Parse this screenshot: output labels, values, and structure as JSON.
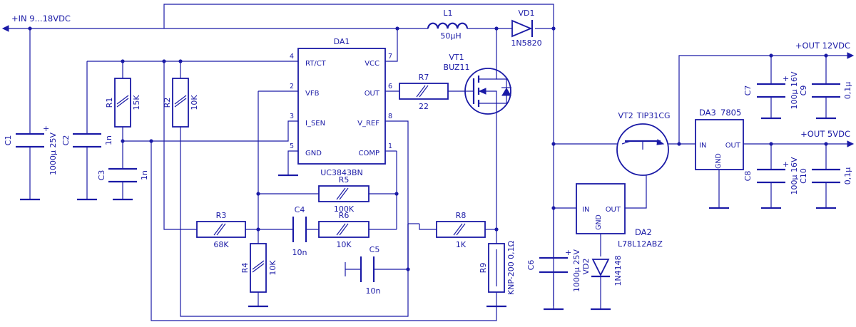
{
  "power": {
    "input": "+IN 9...18VDC",
    "out12": "+OUT 12VDC",
    "out5": "+OUT 5VDC"
  },
  "da1": {
    "ref": "DA1",
    "part": "UC3843BN",
    "pins": {
      "rtct": "RT/CT",
      "vfb": "VFB",
      "isen": "I_SEN",
      "gnd": "GND",
      "vcc": "VCC",
      "out": "OUT",
      "vref": "V_REF",
      "comp": "COMP"
    },
    "pin_numbers": {
      "p4": "4",
      "p2": "2",
      "p3": "3",
      "p5": "5",
      "p7": "7",
      "p6": "6",
      "p8": "8",
      "p1": "1"
    }
  },
  "da2": {
    "ref": "DA2",
    "part": "L78L12ABZ",
    "in": "IN",
    "out": "OUT",
    "gnd": "GND"
  },
  "da3": {
    "ref": "DA3",
    "part": "7805",
    "in": "IN",
    "out": "OUT",
    "gnd": "GND"
  },
  "inductors": {
    "l1": {
      "ref": "L1",
      "value": "50µH"
    }
  },
  "diodes": {
    "vd1": {
      "ref": "VD1",
      "value": "1N5820"
    },
    "vd2": {
      "ref": "VD2",
      "value": "1N4148"
    }
  },
  "transistors": {
    "vt1": {
      "ref": "VT1",
      "value": "BUZ11"
    },
    "vt2": {
      "ref": "VT2",
      "value": "TIP31CG"
    }
  },
  "resistors": {
    "r1": {
      "ref": "R1",
      "value": "15K"
    },
    "r2": {
      "ref": "R2",
      "value": "10K"
    },
    "r3": {
      "ref": "R3",
      "value": "68K"
    },
    "r4": {
      "ref": "R4",
      "value": "10K"
    },
    "r5": {
      "ref": "R5",
      "value": "100K"
    },
    "r6": {
      "ref": "R6",
      "value": "10K"
    },
    "r7": {
      "ref": "R7",
      "value": "22"
    },
    "r8": {
      "ref": "R8",
      "value": "1K"
    },
    "r9": {
      "ref": "R9",
      "value": "KNP-200 0,1Ω"
    }
  },
  "capacitors": {
    "c1": {
      "ref": "C1",
      "value": "1000µ 25V",
      "polarity": "+"
    },
    "c2": {
      "ref": "C2",
      "value": "1n"
    },
    "c3": {
      "ref": "C3",
      "value": "1n"
    },
    "c4": {
      "ref": "C4",
      "value": "10n"
    },
    "c5": {
      "ref": "C5",
      "value": "10n"
    },
    "c6": {
      "ref": "C6",
      "value": "1000µ 25V",
      "polarity": "+"
    },
    "c7": {
      "ref": "C7",
      "value": "100µ 16V",
      "polarity": "+"
    },
    "c8": {
      "ref": "C8",
      "value": "100µ 16V",
      "polarity": "+"
    },
    "c9": {
      "ref": "C9",
      "value": "0,1µ"
    },
    "c10": {
      "ref": "C10",
      "value": "0,1µ"
    }
  },
  "colors": {
    "ink": "#1a1aa6",
    "paper": "#ffffff"
  }
}
